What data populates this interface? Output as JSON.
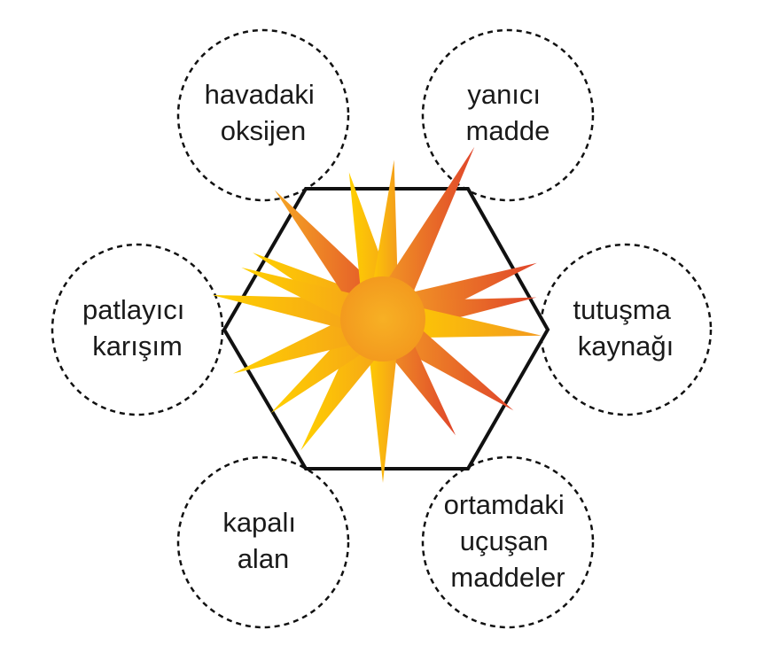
{
  "diagram": {
    "center": {
      "shape": "hexagon",
      "symbol": "explosion-burst-icon",
      "colors": {
        "outline": "#111111",
        "burst_light": "#FFD000",
        "burst_mid": "#F5A623",
        "burst_dark": "#E0452B"
      }
    },
    "nodes": [
      {
        "id": "havadaki-oksijen",
        "lines": [
          "havadaki",
          "oksijen"
        ]
      },
      {
        "id": "yanici-madde",
        "lines": [
          "yanıcı",
          "madde"
        ]
      },
      {
        "id": "patlayici-karisim",
        "lines": [
          "patlayıcı",
          "karışım"
        ]
      },
      {
        "id": "tutusma-kaynagi",
        "lines": [
          "tutuşma",
          "kaynağı"
        ]
      },
      {
        "id": "kapali-alan",
        "lines": [
          "kapalı",
          "alan"
        ]
      },
      {
        "id": "ortamdaki-ucusan-maddeler",
        "lines": [
          "ortamdaki",
          "uçuşan",
          "maddeler"
        ]
      }
    ]
  }
}
